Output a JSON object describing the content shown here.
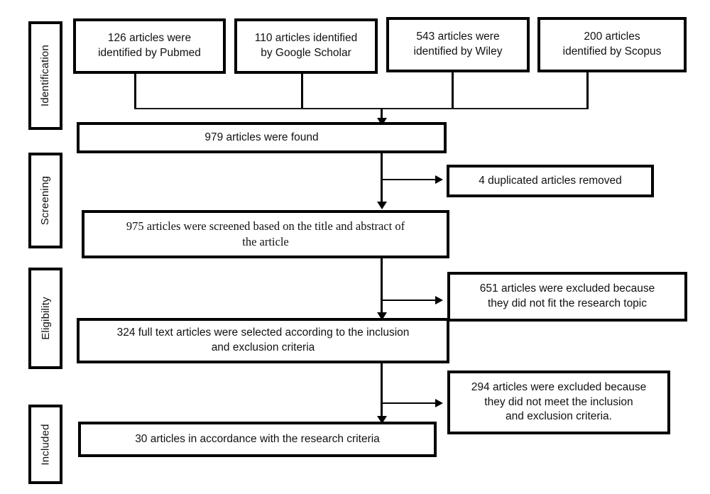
{
  "diagram": {
    "type": "prisma-flow-diagram",
    "stages": [
      {
        "id": "identification",
        "label": "Identification"
      },
      {
        "id": "screening",
        "label": "Screening"
      },
      {
        "id": "eligibility",
        "label": "Eligibility"
      },
      {
        "id": "included",
        "label": "Included"
      }
    ],
    "sources": [
      {
        "id": "pubmed",
        "count": 126,
        "label": "126 articles were\nidentified by Pubmed"
      },
      {
        "id": "google-scholar",
        "count": 110,
        "label": "110 articles identified\nby Google Scholar"
      },
      {
        "id": "wiley",
        "count": 543,
        "label": "543 articles were\nidentified by Wiley"
      },
      {
        "id": "scopus",
        "count": 200,
        "label": "200 articles\nidentified by Scopus"
      }
    ],
    "nodes": {
      "records_found": {
        "count": 979,
        "label": "979 articles were found"
      },
      "duplicates_removed": {
        "count": 4,
        "label": "4 duplicated articles removed"
      },
      "records_screened": {
        "count": 975,
        "label": "975 articles were screened based on the title and abstract of\nthe article"
      },
      "excluded_topic": {
        "count": 651,
        "label": "651 articles were excluded because\nthey did not fit the research topic"
      },
      "fulltext_assessed": {
        "count": 324,
        "label": "324 full text articles were selected according to the inclusion\nand exclusion criteria"
      },
      "excluded_criteria": {
        "count": 294,
        "label": "294 articles were excluded because\nthey did not meet the inclusion\nand exclusion criteria."
      },
      "included_final": {
        "count": 30,
        "label": "30 articles in accordance with the research criteria"
      }
    },
    "colors": {
      "stroke": "#000000",
      "fill": "#ffffff",
      "text": "#111111"
    }
  }
}
